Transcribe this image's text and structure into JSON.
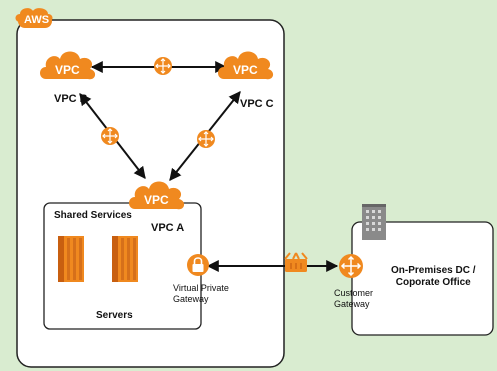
{
  "aws_badge": "AWS",
  "vpcs": {
    "b": {
      "icon_text": "VPC",
      "label": "VPC B"
    },
    "c": {
      "icon_text": "VPC",
      "label": "VPC C"
    },
    "a": {
      "icon_text": "VPC",
      "label": "VPC A"
    }
  },
  "shared_services": {
    "title": "Shared Services",
    "servers_label": "Servers"
  },
  "gateways": {
    "virtual_private": "Virtual Private\nGateway",
    "customer": "Customer\nGateway"
  },
  "on_premises": {
    "label": "On-Premises DC /\nCoporate Office"
  },
  "colors": {
    "aws_orange": "#f0891f",
    "frame_border": "#222222",
    "background": "#d9ecd0"
  },
  "icons": [
    "vpc-cloud-icon",
    "router-icon",
    "server-icon",
    "lock-icon",
    "vpn-icon",
    "building-icon"
  ]
}
